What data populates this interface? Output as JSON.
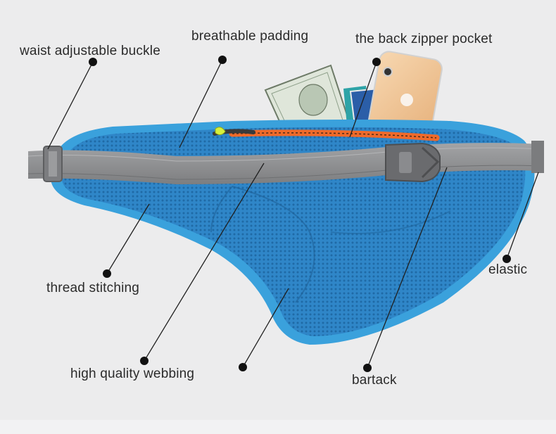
{
  "labels": {
    "waist_buckle": "waist adjustable buckle",
    "padding": "breathable padding",
    "zipper_pocket": "the back zipper pocket",
    "elastic": "elastic",
    "stitching": "thread stitching",
    "webbing": "high quality webbing",
    "bartack": "bartack"
  },
  "colors": {
    "mesh_blue": "#2f86c8",
    "trim_blue": "#3aa1dc",
    "strap_gray": "#8e8f91",
    "zipper_orange": "#f06a2a",
    "background": "#ececed"
  }
}
